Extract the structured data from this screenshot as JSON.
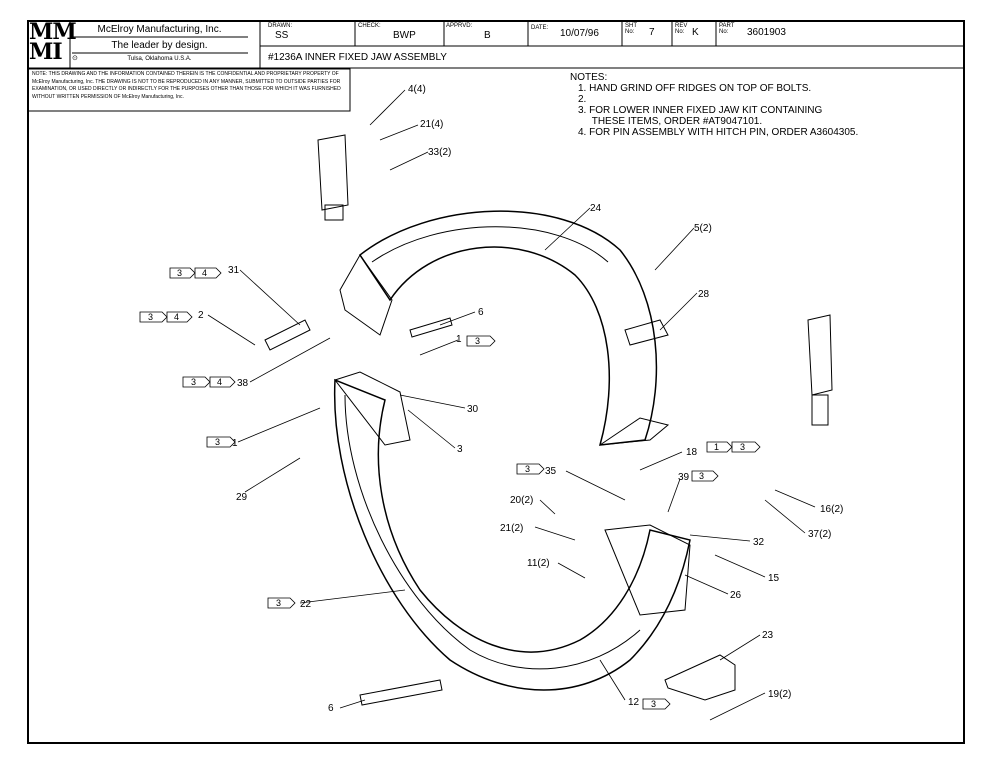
{
  "title_block": {
    "logo_line1": "MM",
    "logo_line2": "MI",
    "company": "McElroy Manufacturing, Inc.",
    "tagline": "The leader by design.",
    "location": "Tulsa, Oklahoma U.S.A.",
    "drawn_label": "DRAWN:",
    "drawn_value": "SS",
    "check_label": "CHECK:",
    "check_value": "BWP",
    "apprvd_label": "APPRVD:",
    "apprvd_value": "B",
    "date_label": "DATE:",
    "date_value": "10/07/96",
    "sht_label": "SHT No:",
    "sht_value": "7",
    "rev_label": "REV No:",
    "rev_value": "K",
    "part_label": "PART No:",
    "part_value": "3601903",
    "assembly_title": "#1236A INNER FIXED JAW ASSEMBLY"
  },
  "disclaimer": "NOTE: THIS DRAWING AND THE INFORMATION CONTAINED THEREIN IS THE CONFIDENTIAL AND PROPRIETARY PROPERTY OF McElroy Manufacturing, Inc. THE DRAWING IS NOT TO BE REPRODUCED IN ANY MANNER, SUBMITTED TO OUTSIDE PARTIES FOR EXAMINATION, OR USED DIRECTLY OR INDIRECTLY FOR THE PURPOSES OTHER THAN THOSE FOR WHICH IT WAS FURNISHED WITHOUT WRITTEN PERMISSION OF McElroy Manufacturing, Inc.",
  "notes": {
    "header": "NOTES:",
    "items": [
      "1.  HAND GRIND OFF RIDGES ON TOP OF BOLTS.",
      "2.",
      "3.  FOR LOWER INNER FIXED JAW KIT CONTAINING",
      "     THESE ITEMS, ORDER #AT9047101.",
      "4.  FOR PIN ASSEMBLY WITH HITCH PIN, ORDER A3604305."
    ]
  },
  "callouts": {
    "c4": "4(4)",
    "c21a": "21(4)",
    "c33": "33(2)",
    "c24": "24",
    "c5": "5(2)",
    "c28": "28",
    "c31": "31",
    "c2": "2",
    "c6": "6",
    "c1a": "1",
    "c38": "38",
    "c30": "30",
    "c1b": "1",
    "c3": "3",
    "c29": "29",
    "c18": "18",
    "c35": "35",
    "c39": "39",
    "c16": "16(2)",
    "c20": "20(2)",
    "c21b": "21(2)",
    "c37": "37(2)",
    "c32": "32",
    "c11": "11(2)",
    "c15": "15",
    "c22": "22",
    "c26": "26",
    "c23": "23",
    "c12": "12",
    "c19": "19(2)",
    "c6b": "6"
  },
  "note_flags": {
    "n3": "3",
    "n4": "4",
    "n1": "1"
  }
}
